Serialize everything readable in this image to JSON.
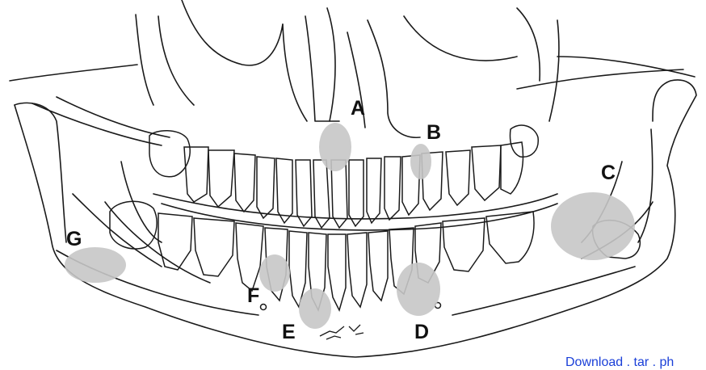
{
  "diagram": {
    "labels": {
      "A": "A",
      "B": "B",
      "C": "C",
      "D": "D",
      "E": "E",
      "F": "F",
      "G": "G"
    },
    "caption": "Download . tar . ph"
  },
  "colors": {
    "ink": "#1a1a1a",
    "region_fill": "#c6c6c6",
    "caption": "#1a3fd8",
    "background": "#ffffff"
  }
}
